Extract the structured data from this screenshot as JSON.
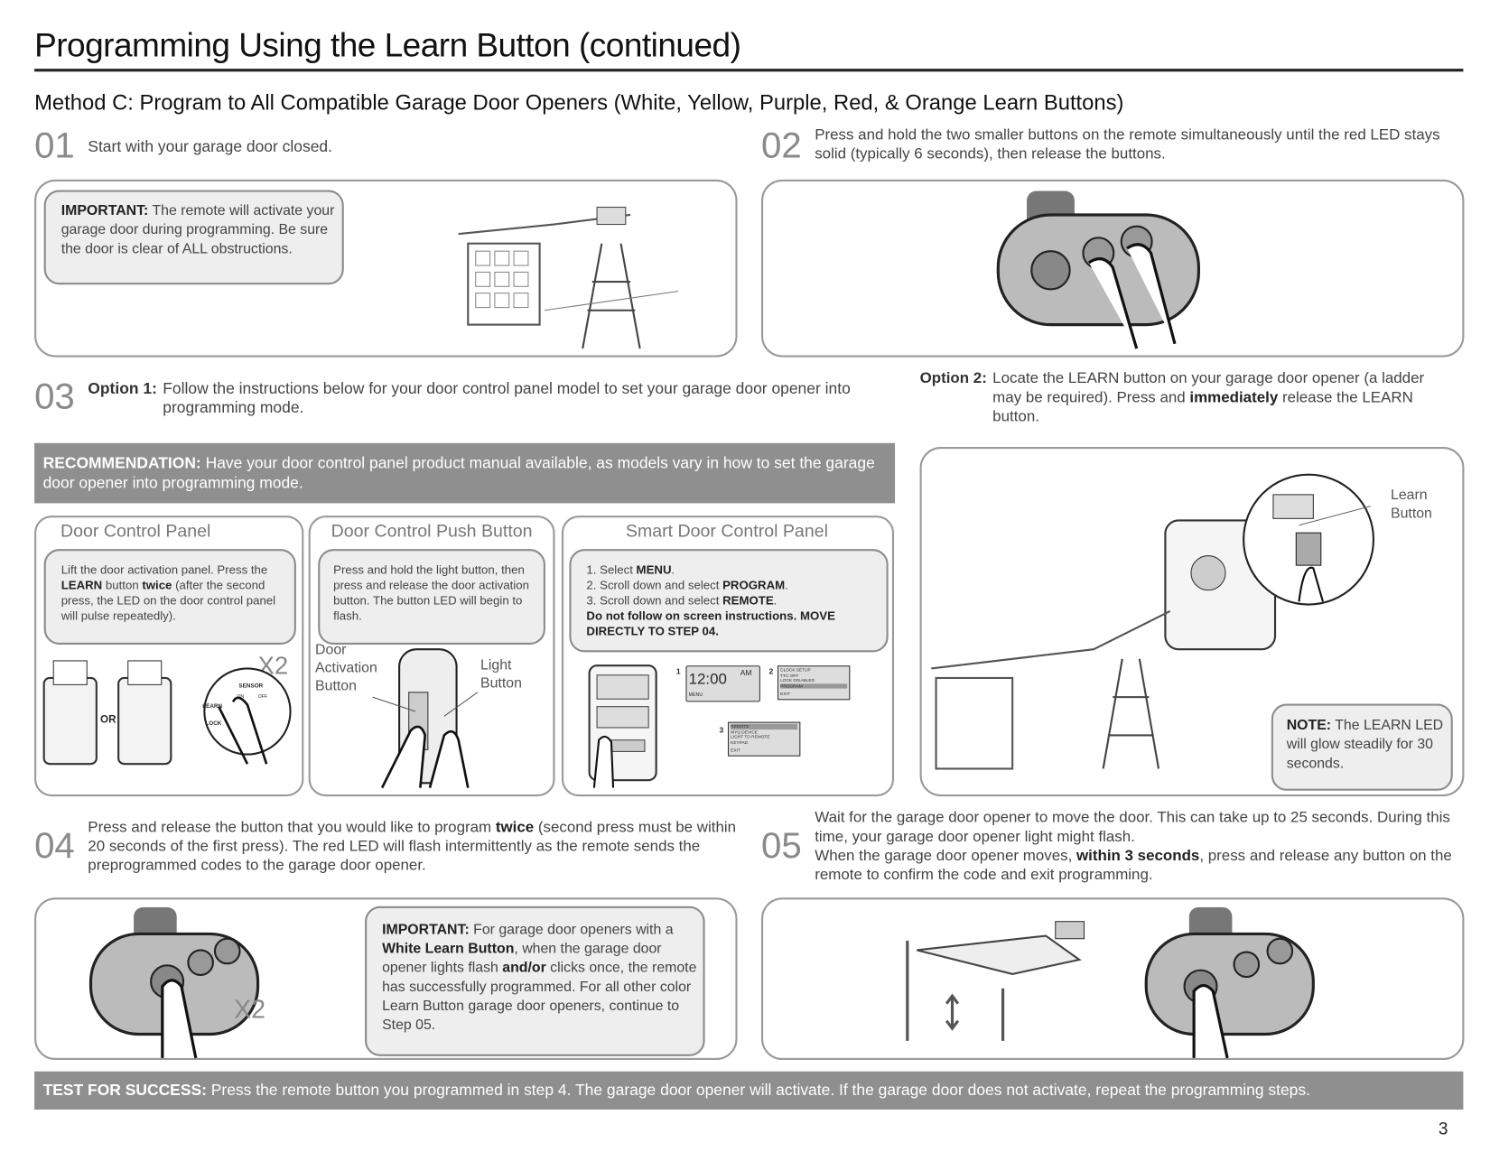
{
  "page": {
    "title": "Programming Using the Learn Button (continued)",
    "method_heading": "Method C: Program to All Compatible Garage Door Openers (White, Yellow, Purple, Red, & Orange Learn Buttons)",
    "page_number": "3"
  },
  "step01": {
    "number": "01",
    "text": "Start with your garage door closed.",
    "important_label": "IMPORTANT:",
    "important_text": " The remote will activate your garage door during programming. Be sure the door is clear of ALL obstructions."
  },
  "step02": {
    "number": "02",
    "text": "Press and hold the two smaller buttons on the remote simultaneously until the red LED stays solid (typically 6 seconds), then release the buttons."
  },
  "step03": {
    "number": "03",
    "option1_label": "Option 1:",
    "option1_text": "Follow the instructions below for your door control panel model to set your garage door opener into programming mode.",
    "recommendation_label": "RECOMMENDATION:",
    "recommendation_text": " Have your door control panel product manual available, as models vary in how to set the garage door opener into programming mode.",
    "panels": [
      {
        "title": "Door Control Panel",
        "t1": "Lift the door activation panel. Press the ",
        "b1": "LEARN",
        "t2": " button ",
        "b2": "twice",
        "t3": " (after the second press, the LED on the door control panel will pulse repeatedly).",
        "or_label": "OR",
        "times_label": "X2",
        "sensor_label": "SENSOR",
        "learn_label": "LEARN",
        "lock_label": "LOCK",
        "on_label": "ON",
        "off_label": "OFF"
      },
      {
        "title": "Door Control Push Button",
        "text": "Press and hold the light button, then press and release the door activation button. The button LED will begin to flash.",
        "door_label": "Door Activation Button",
        "light_label": "Light Button"
      },
      {
        "title": "Smart Door Control Panel",
        "l1a": "1. Select ",
        "l1b": "MENU",
        "l1c": ".",
        "l2a": "2. Scroll down and select ",
        "l2b": "PROGRAM",
        "l2c": ".",
        "l3a": "3. Scroll down and select ",
        "l3b": "REMOTE",
        "l3c": ".",
        "l4": "Do not follow on screen instructions. MOVE DIRECTLY TO STEP 04.",
        "screen1": {
          "n": "1",
          "time": "12:00",
          "ampm": "AM",
          "menu": "MENU"
        },
        "screen2": {
          "n": "2",
          "items": [
            "CLOCK SETUP",
            "TTC OFF",
            "LOCK DISABLED",
            "PROGRAM"
          ],
          "exit": "EXIT"
        },
        "screen3": {
          "n": "3",
          "items": [
            "REMOTE",
            "MYQ DEVICE",
            "LIGHT TO REMOTE",
            "KEYPAD"
          ],
          "exit": "EXIT"
        }
      }
    ],
    "option2_label": "Option 2:",
    "option2_t1": "Locate the LEARN button on your garage door opener (a ladder may be required). Press and ",
    "option2_b": "immediately",
    "option2_t2": " release the LEARN button.",
    "learn_button_label": "Learn Button",
    "note_label": "NOTE:",
    "note_text": " The LEARN LED will glow steadily for 30 seconds."
  },
  "step04": {
    "number": "04",
    "t1": "Press and release the button that you would like to program ",
    "b": "twice",
    "t2": " (second press must be within 20 seconds of the first press). The red LED will flash intermittently as the remote sends the preprogrammed codes to the garage door opener.",
    "times_label": "X2",
    "imp_label": "IMPORTANT:",
    "imp_t1": " For garage door openers with a ",
    "imp_b1": "White Learn Button",
    "imp_t2": ", when the garage door opener lights flash ",
    "imp_b2": "and/or",
    "imp_t3": " clicks once, the remote has successfully programmed. For all other color Learn Button garage door openers, continue to Step 05."
  },
  "step05": {
    "number": "05",
    "t1": "Wait for the garage door opener to move the door. This can take up to 25 seconds. During this time, your garage door opener light might flash.",
    "t2": "When the garage door opener moves, ",
    "b": "within 3 seconds",
    "t3": ", press and release any button on the remote to confirm the code and exit programming."
  },
  "test": {
    "label": "TEST FOR SUCCESS:",
    "text": " Press the remote button you programmed in step 4. The garage door opener will activate. If the garage door does not activate, repeat the programming steps."
  }
}
